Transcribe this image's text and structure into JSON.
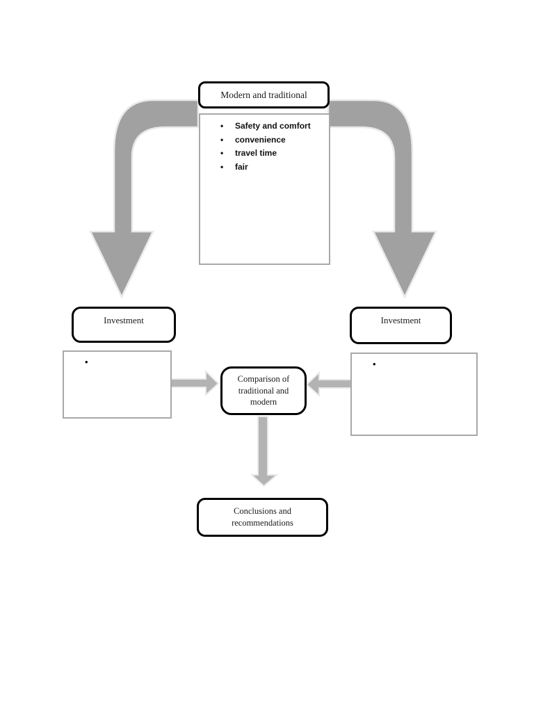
{
  "diagram": {
    "top_box": {
      "label": "Modern and traditional"
    },
    "criteria_box": {
      "bullet_char": "•",
      "items": [
        "Safety and comfort",
        "convenience",
        "travel time",
        "fair"
      ]
    },
    "investment_left": {
      "label": "Investment"
    },
    "investment_right": {
      "label": "Investment"
    },
    "detail_left": {
      "bullet_char": "•"
    },
    "detail_right": {
      "bullet_char": "•"
    },
    "center_box": {
      "label": "Comparison of traditional and modern"
    },
    "bottom_box": {
      "label": "Conclusions and recommendations"
    },
    "colors": {
      "black_border": "#000000",
      "gray_border": "#a8a8a8",
      "curved_arrow_fill": "#a1a1a1",
      "straight_arrow_fill": "#b3b3b3",
      "arrow_outline": "#e9e9e9"
    }
  }
}
